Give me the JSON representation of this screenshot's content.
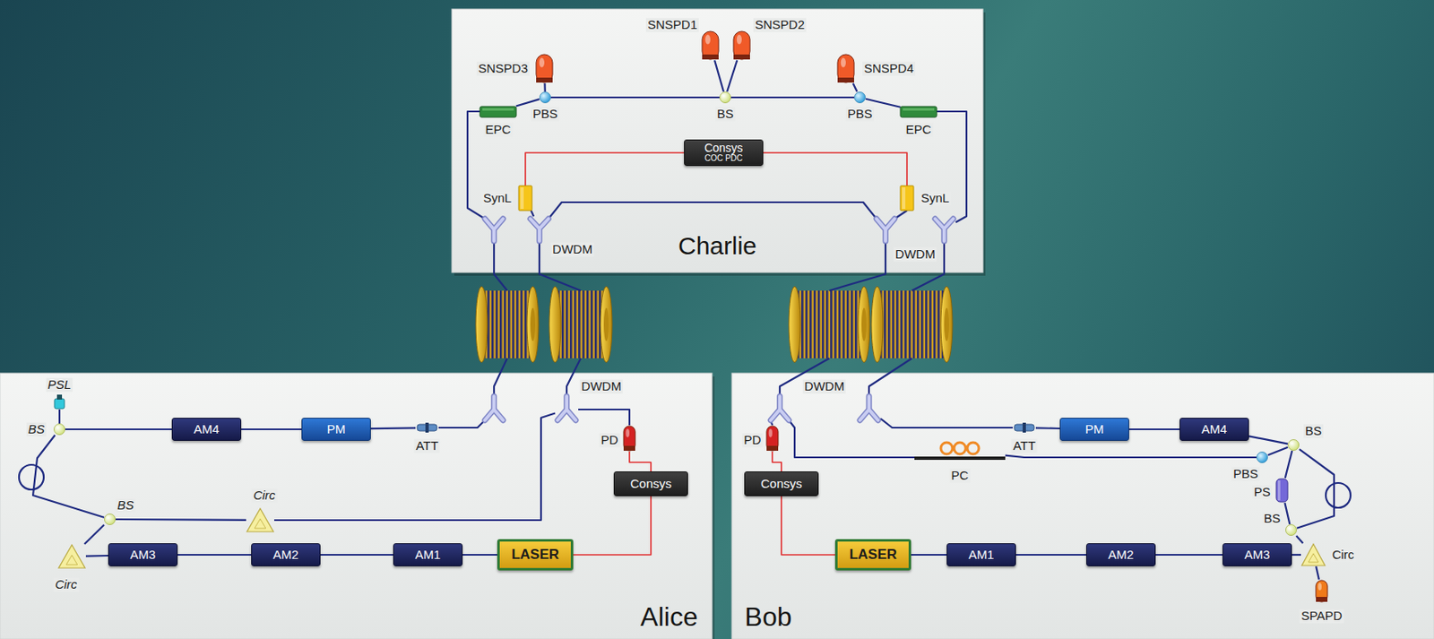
{
  "diagram": {
    "nodes": [
      {
        "text": [
          "Charlie"
        ]
      },
      {
        "text": [
          "SNSPD1"
        ],
        "in": 0
      },
      {
        "text": [
          "SNSPD2"
        ],
        "in": 0
      },
      {
        "text": [
          "SNSPD3"
        ],
        "in": 0
      },
      {
        "text": [
          "SNSPD4"
        ],
        "in": 0
      },
      {
        "text": [
          "EPC"
        ],
        "in": 0
      },
      {
        "text": [
          "PBS"
        ],
        "in": 0
      },
      {
        "text": [
          "BS"
        ],
        "in": 0
      },
      {
        "text": [
          "PBS"
        ],
        "in": 0
      },
      {
        "text": [
          "EPC"
        ],
        "in": 0
      },
      {
        "text": [
          "Consys",
          "COC PDC"
        ],
        "in": 0
      },
      {
        "text": [
          "SynL"
        ],
        "in": 0
      },
      {
        "text": [
          "SynL"
        ],
        "in": 0
      },
      {
        "text": [
          "DWDM"
        ],
        "in": 0
      },
      {
        "text": [
          "DWDM"
        ],
        "in": 0
      },
      {
        "text": [
          "Alice"
        ]
      },
      {
        "text": [
          "PSL"
        ],
        "in": 15
      },
      {
        "text": [
          "BS"
        ],
        "in": 15
      },
      {
        "text": [
          "AM4"
        ],
        "in": 15
      },
      {
        "text": [
          "PM"
        ],
        "in": 15
      },
      {
        "text": [
          "ATT"
        ],
        "in": 15
      },
      {
        "text": [
          "DWDM"
        ],
        "in": 15
      },
      {
        "text": [
          "PD"
        ],
        "in": 15
      },
      {
        "text": [
          "Consys"
        ],
        "in": 15
      },
      {
        "text": [
          "Circ"
        ],
        "in": 15
      },
      {
        "text": [
          "BS"
        ],
        "in": 15
      },
      {
        "text": [
          "Circ"
        ],
        "in": 15
      },
      {
        "text": [
          "AM3"
        ],
        "in": 15
      },
      {
        "text": [
          "AM2"
        ],
        "in": 15
      },
      {
        "text": [
          "AM1"
        ],
        "in": 15
      },
      {
        "text": [
          "LASER"
        ],
        "in": 15
      },
      {
        "text": [
          "Bob"
        ]
      },
      {
        "text": [
          "DWDM"
        ],
        "in": 31
      },
      {
        "text": [
          "PD"
        ],
        "in": 31
      },
      {
        "text": [
          "ATT"
        ],
        "in": 31
      },
      {
        "text": [
          "PM"
        ],
        "in": 31
      },
      {
        "text": [
          "AM4"
        ],
        "in": 31
      },
      {
        "text": [
          "PBS"
        ],
        "in": 31
      },
      {
        "text": [
          "BS"
        ],
        "in": 31
      },
      {
        "text": [
          "PC"
        ],
        "in": 31
      },
      {
        "text": [
          "PS"
        ],
        "in": 31
      },
      {
        "text": [
          "BS"
        ],
        "in": 31
      },
      {
        "text": [
          "Consys"
        ],
        "in": 31
      },
      {
        "text": [
          "Circ"
        ],
        "in": 31
      },
      {
        "text": [
          "SPAPD"
        ],
        "in": 31
      },
      {
        "text": [
          "LASER"
        ],
        "in": 31
      },
      {
        "text": [
          "AM1"
        ],
        "in": 31
      },
      {
        "text": [
          "AM2"
        ],
        "in": 31
      },
      {
        "text": [
          "AM3"
        ],
        "in": 31
      }
    ],
    "edges": [
      {
        "from": 6,
        "to": 3,
        "arrow": "none"
      },
      {
        "from": 5,
        "to": 6,
        "arrow": "none"
      },
      {
        "from": 6,
        "to": 7,
        "arrow": "none"
      },
      {
        "from": 7,
        "to": 1,
        "arrow": "none"
      },
      {
        "from": 7,
        "to": 2,
        "arrow": "none"
      },
      {
        "from": 7,
        "to": 8,
        "arrow": "none"
      },
      {
        "from": 8,
        "to": 4,
        "arrow": "none"
      },
      {
        "from": 8,
        "to": 9,
        "arrow": "none"
      },
      {
        "from": 10,
        "to": 11,
        "arrow": "none"
      },
      {
        "from": 10,
        "to": 12,
        "arrow": "none"
      },
      {
        "from": 11,
        "to": 13,
        "arrow": "none"
      },
      {
        "from": 9,
        "to": 14,
        "arrow": "none"
      },
      {
        "from": 30,
        "to": 29,
        "arrow": "none"
      },
      {
        "from": 29,
        "to": 28,
        "arrow": "none"
      },
      {
        "from": 28,
        "to": 27,
        "arrow": "none"
      },
      {
        "from": 27,
        "to": 26,
        "arrow": "none"
      },
      {
        "from": 26,
        "to": 25,
        "arrow": "none"
      },
      {
        "from": 25,
        "to": 17,
        "arrow": "none"
      },
      {
        "from": 16,
        "to": 17,
        "arrow": "none"
      },
      {
        "from": 17,
        "to": 18,
        "arrow": "none"
      },
      {
        "from": 18,
        "to": 19,
        "arrow": "none"
      },
      {
        "from": 19,
        "to": 20,
        "arrow": "none"
      },
      {
        "from": 25,
        "to": 24,
        "arrow": "none"
      },
      {
        "from": 24,
        "to": 21,
        "arrow": "none"
      },
      {
        "from": 21,
        "to": 22,
        "arrow": "none"
      },
      {
        "from": 23,
        "to": 22,
        "arrow": "none"
      },
      {
        "from": 23,
        "to": 30,
        "arrow": "none"
      },
      {
        "from": 45,
        "to": 46,
        "arrow": "none"
      },
      {
        "from": 46,
        "to": 47,
        "arrow": "none"
      },
      {
        "from": 47,
        "to": 48,
        "arrow": "none"
      },
      {
        "from": 48,
        "to": 43,
        "arrow": "none"
      },
      {
        "from": 43,
        "to": 44,
        "arrow": "none"
      },
      {
        "from": 43,
        "to": 41,
        "arrow": "none"
      },
      {
        "from": 41,
        "to": 40,
        "arrow": "none"
      },
      {
        "from": 40,
        "to": 38,
        "arrow": "none"
      },
      {
        "from": 41,
        "to": 38,
        "arrow": "none"
      },
      {
        "from": 38,
        "to": 37,
        "arrow": "none"
      },
      {
        "from": 38,
        "to": 36,
        "arrow": "none"
      },
      {
        "from": 36,
        "to": 35,
        "arrow": "none"
      },
      {
        "from": 35,
        "to": 34,
        "arrow": "none"
      },
      {
        "from": 34,
        "to": 32,
        "arrow": "none"
      },
      {
        "from": 37,
        "to": 39,
        "arrow": "none"
      },
      {
        "from": 42,
        "to": 33,
        "arrow": "none"
      },
      {
        "from": 42,
        "to": 45,
        "arrow": "none"
      }
    ]
  }
}
